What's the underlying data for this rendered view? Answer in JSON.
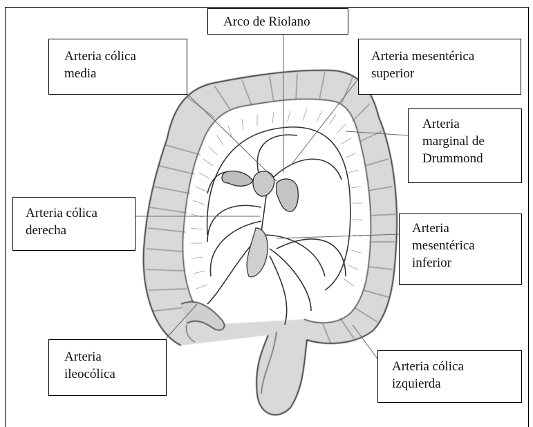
{
  "labels": {
    "arco_riolano": [
      "Arco de Riolano"
    ],
    "colica_media": [
      "Arteria cólica",
      "media"
    ],
    "mesenterica_superior": [
      "Arteria mesentérica",
      "superior"
    ],
    "marginal_drummond": [
      "Arteria",
      "marginal de",
      "Drummond"
    ],
    "colica_derecha": [
      "Arteria cólica",
      "derecha"
    ],
    "mesenterica_inferior": [
      "Arteria",
      "mesentérica",
      "inferior"
    ],
    "ileocolica": [
      "Arteria",
      "ileocólica"
    ],
    "colica_izquierda": [
      "Arteria cólica",
      "izquierda"
    ]
  }
}
